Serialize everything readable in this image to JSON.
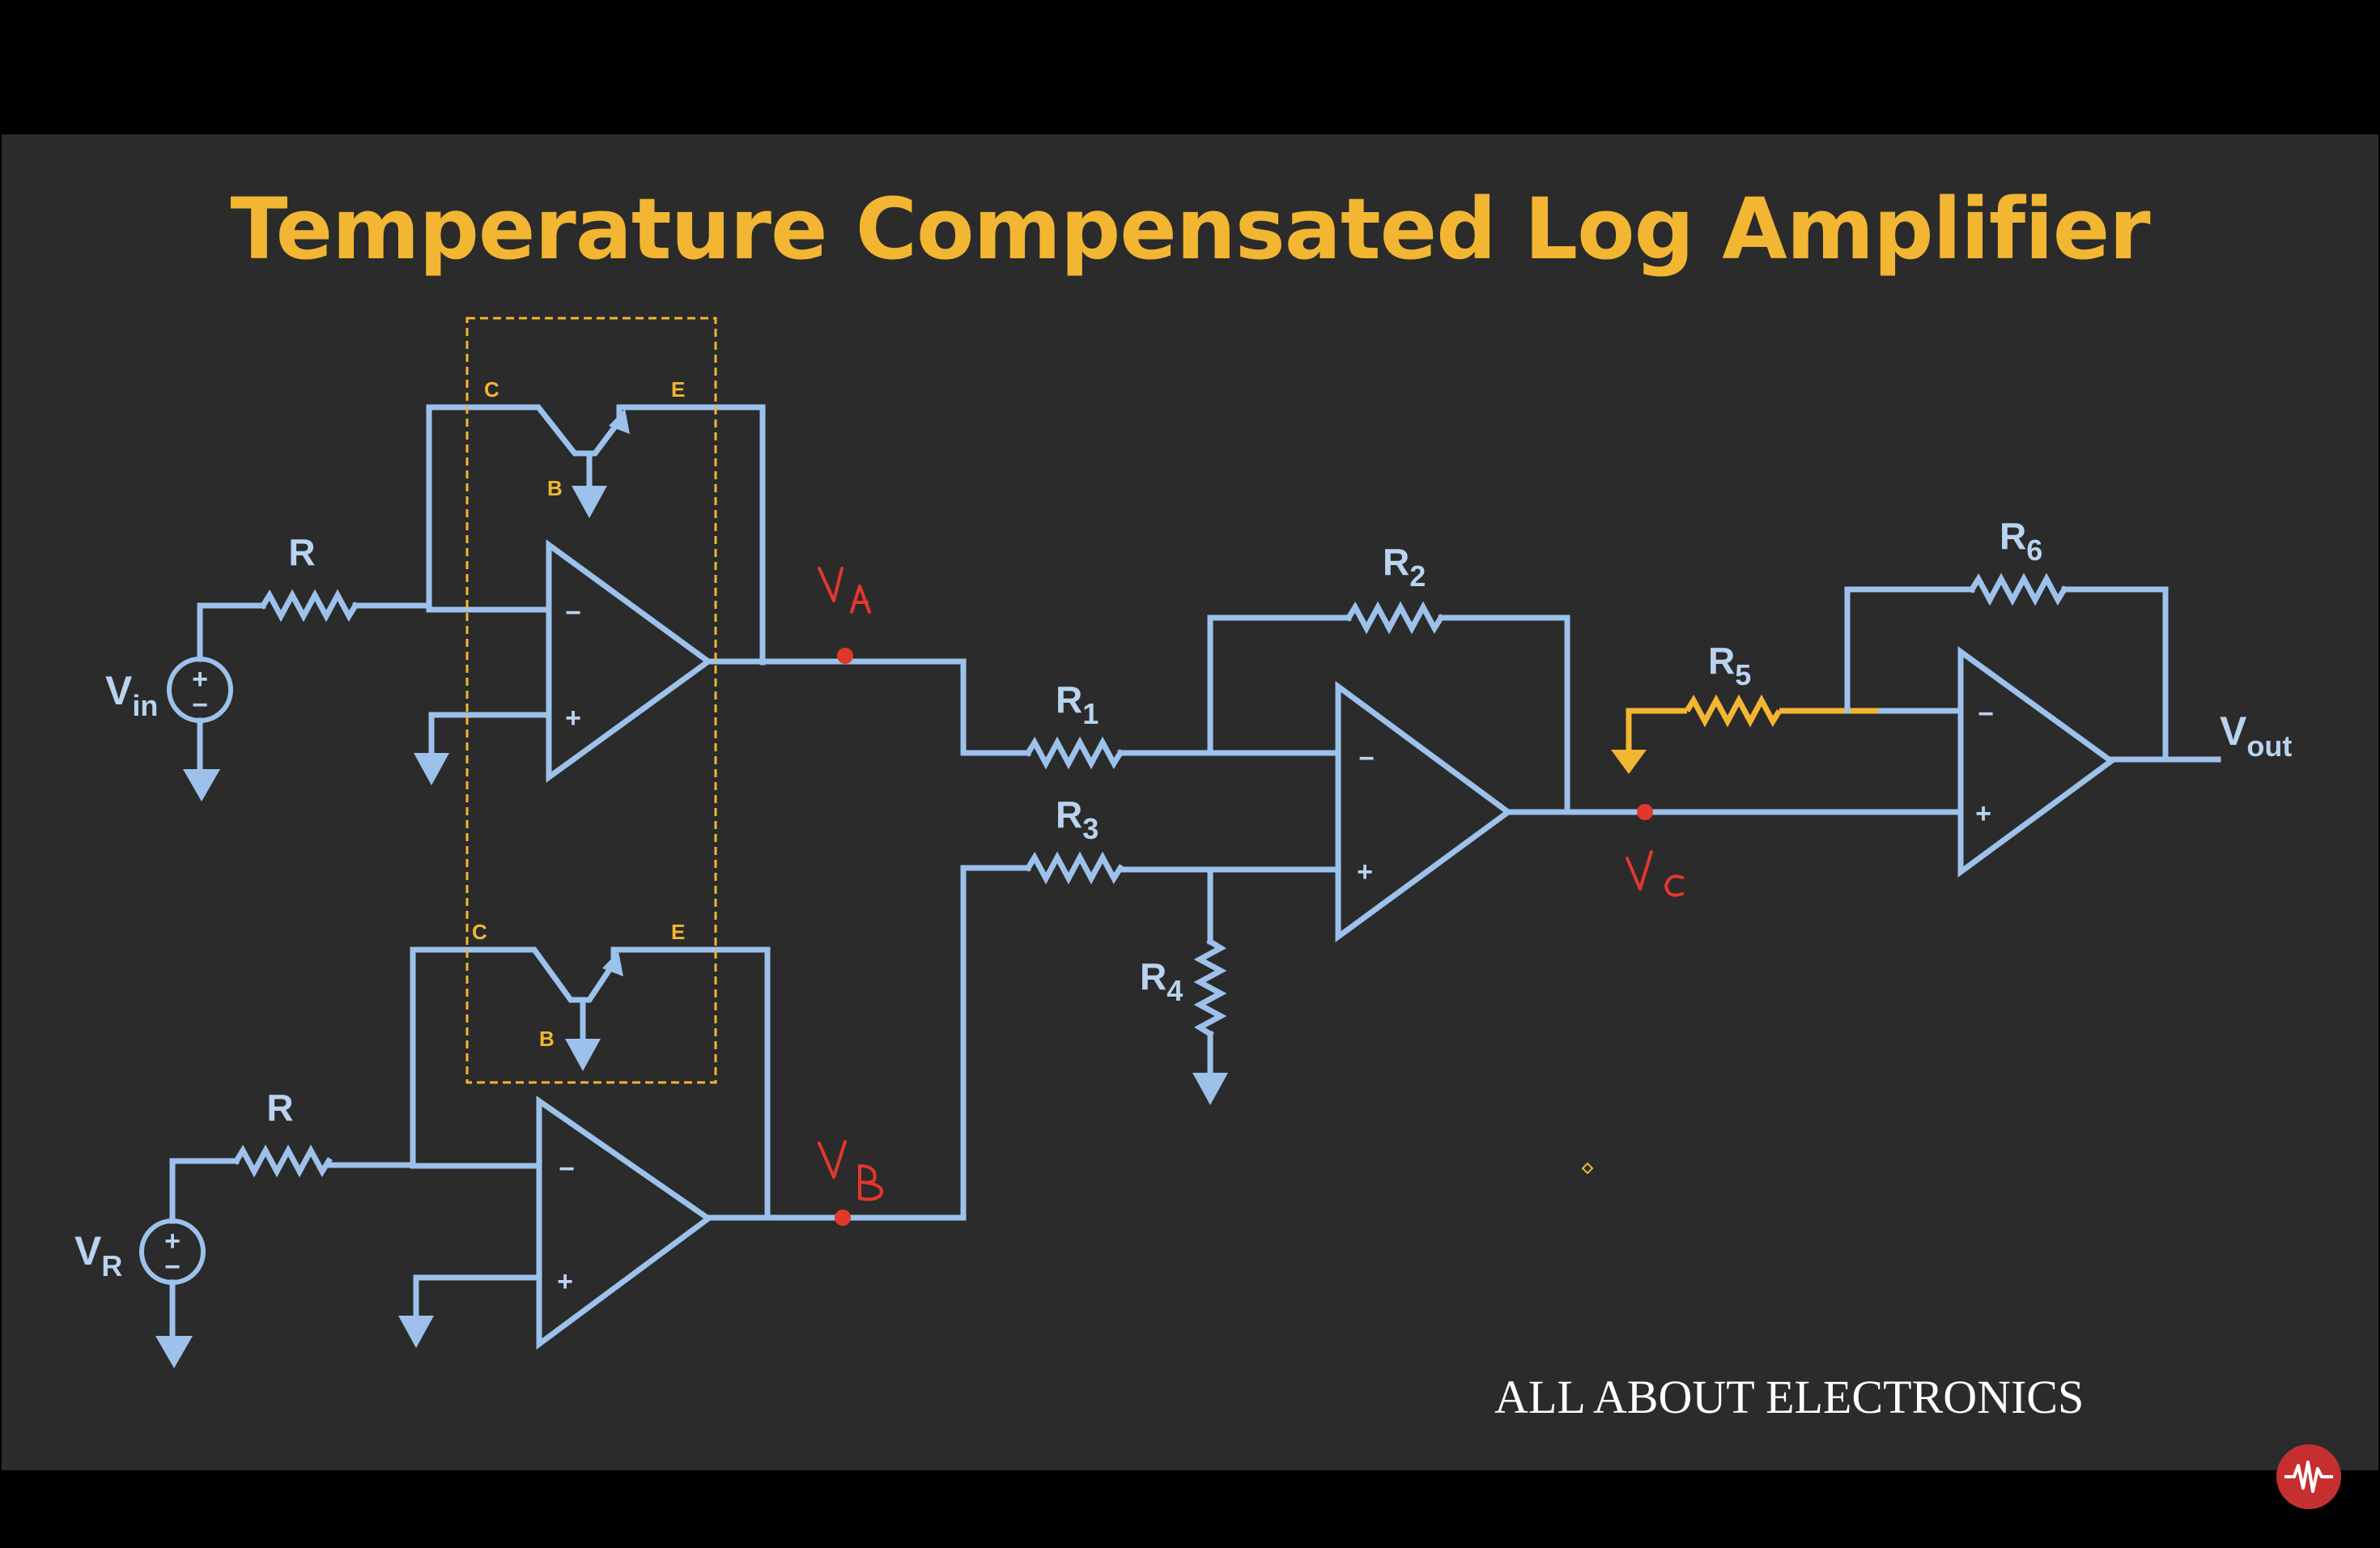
{
  "slide": {
    "title": "Temperature Compensated Log Amplifier",
    "brand": "ALL ABOUT ELECTRONICS"
  },
  "colors": {
    "background": "#2b2b2b",
    "wire": "#9cc2ec",
    "accent": "#f2b632",
    "annotation": "#e4372c"
  },
  "components": {
    "resistor_input": "R",
    "resistor_ref": "R",
    "r1": {
      "base": "R",
      "sub": "1"
    },
    "r2": {
      "base": "R",
      "sub": "2"
    },
    "r3": {
      "base": "R",
      "sub": "3"
    },
    "r4": {
      "base": "R",
      "sub": "4"
    },
    "r5": {
      "base": "R",
      "sub": "5"
    },
    "r6": {
      "base": "R",
      "sub": "6"
    }
  },
  "transistors": {
    "collector": "C",
    "base": "B",
    "emitter": "E"
  },
  "sources": {
    "vin": {
      "base": "V",
      "sub": "in"
    },
    "vr": {
      "base": "V",
      "sub": "R"
    },
    "plus": "+",
    "minus": "−"
  },
  "opamp_signs": {
    "inverting": "−",
    "noninverting": "+"
  },
  "output": {
    "base": "V",
    "sub": "out"
  },
  "annotations": [
    "VA",
    "VB",
    "VC"
  ],
  "logo_icon": "waveform-icon"
}
